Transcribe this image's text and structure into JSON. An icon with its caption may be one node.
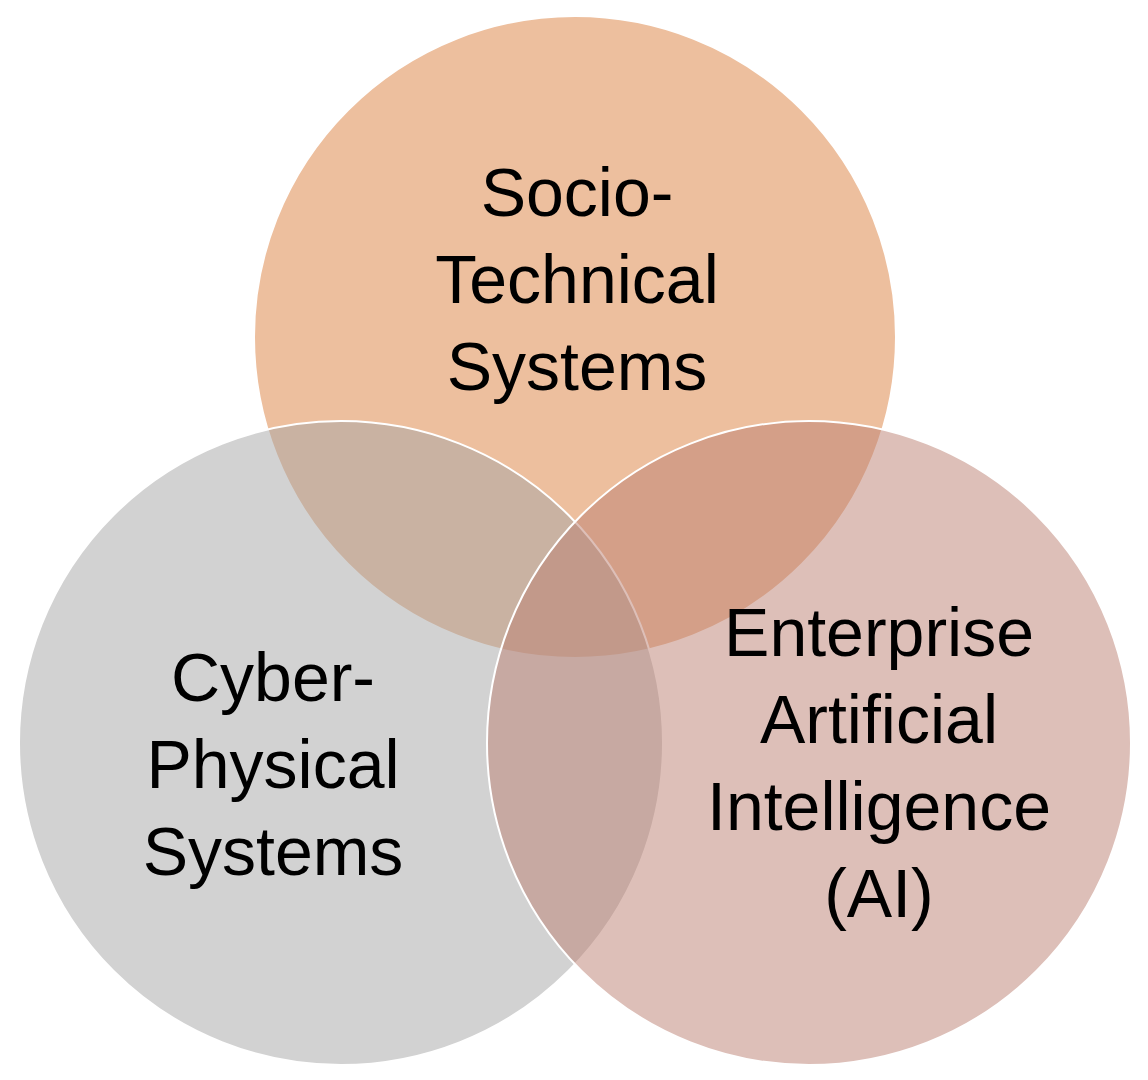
{
  "diagram": {
    "nodes": [
      {
        "text": [
          "Socio-Technical Systems"
        ]
      },
      {
        "text": [
          "Cyber-Physical Systems"
        ]
      },
      {
        "text": [
          "Enterprise Artificial Intelligence (AI)"
        ]
      }
    ]
  }
}
